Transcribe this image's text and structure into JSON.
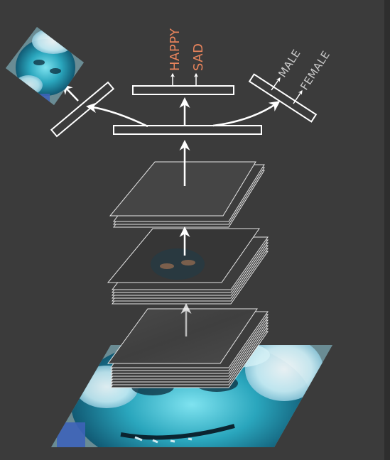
{
  "outputs": {
    "emotion": [
      "HAPPY",
      "SAD"
    ],
    "gender": [
      "MALE",
      "FEMALE"
    ]
  },
  "colors": {
    "background": "#3b3b3b",
    "emotion_label": "#e8845c",
    "gender_label": "#c8c8c8",
    "line": "#ffffff",
    "face_tint": "#39b4c8"
  },
  "icons": [
    "input-face-image",
    "reconstructed-face-image",
    "feature-map-stack"
  ]
}
